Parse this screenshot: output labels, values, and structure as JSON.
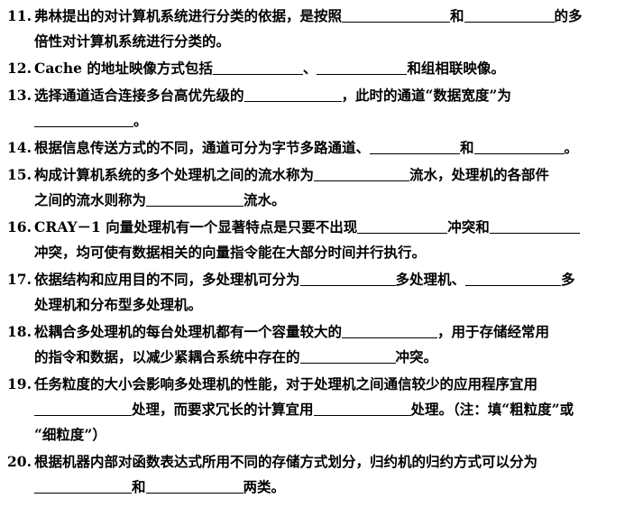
{
  "questions": [
    {
      "num": "11.",
      "l1a": "弗林提出的对计算机系统进行分类的依据，是按照",
      "l1b": "和",
      "l1c": "的多",
      "l2": "倍性对计算机系统进行分类的。"
    },
    {
      "num": "12.",
      "l1a": "Cache 的地址映像方式包括",
      "l1b": "、",
      "l1c": "和组相联映像。"
    },
    {
      "num": "13.",
      "l1a": "选择通道适合连接多台高优先级的",
      "l1b": "，此时的通道“数据宽度”为",
      "l2": "。"
    },
    {
      "num": "14.",
      "l1a": "根据信息传送方式的不同，通道可分为字节多路通道、",
      "l1b": "和",
      "l1c": "。"
    },
    {
      "num": "15.",
      "l1a": "构成计算机系统的多个处理机之间的流水称为",
      "l1b": "流水，处理机的各部件",
      "l2a": "之间的流水则称为",
      "l2b": "流水。"
    },
    {
      "num": "16.",
      "l1a": "CRAY－1 向量处理机有一个显著特点是只要不出现",
      "l1b": "冲突和",
      "l2": "冲突，均可使有数据相关的向量指令能在大部分时间并行执行。"
    },
    {
      "num": "17.",
      "l1a": "依据结构和应用目的不同，多处理机可分为",
      "l1b": "多处理机、",
      "l1c": "多",
      "l2": "处理机和分布型多处理机。"
    },
    {
      "num": "18.",
      "l1a": "松耦合多处理机的每台处理机都有一个容量较大的",
      "l1b": "，用于存储经常用",
      "l2a": "的指令和数据，以减少紧耦合系统中存在的",
      "l2b": "冲突。"
    },
    {
      "num": "19.",
      "l1": "任务粒度的大小会影响多处理机的性能，对于处理机之间通信较少的应用程序宜用",
      "l2a": "处理，而要求冗长的计算宜用",
      "l2b": "处理。（注：填“粗粒度”或",
      "l3": "“细粒度”）"
    },
    {
      "num": "20.",
      "l1": "根据机器内部对函数表达式所用不同的存储方式划分，归约机的归约方式可以分为",
      "l2a": "和",
      "l2b": "两类。"
    }
  ]
}
